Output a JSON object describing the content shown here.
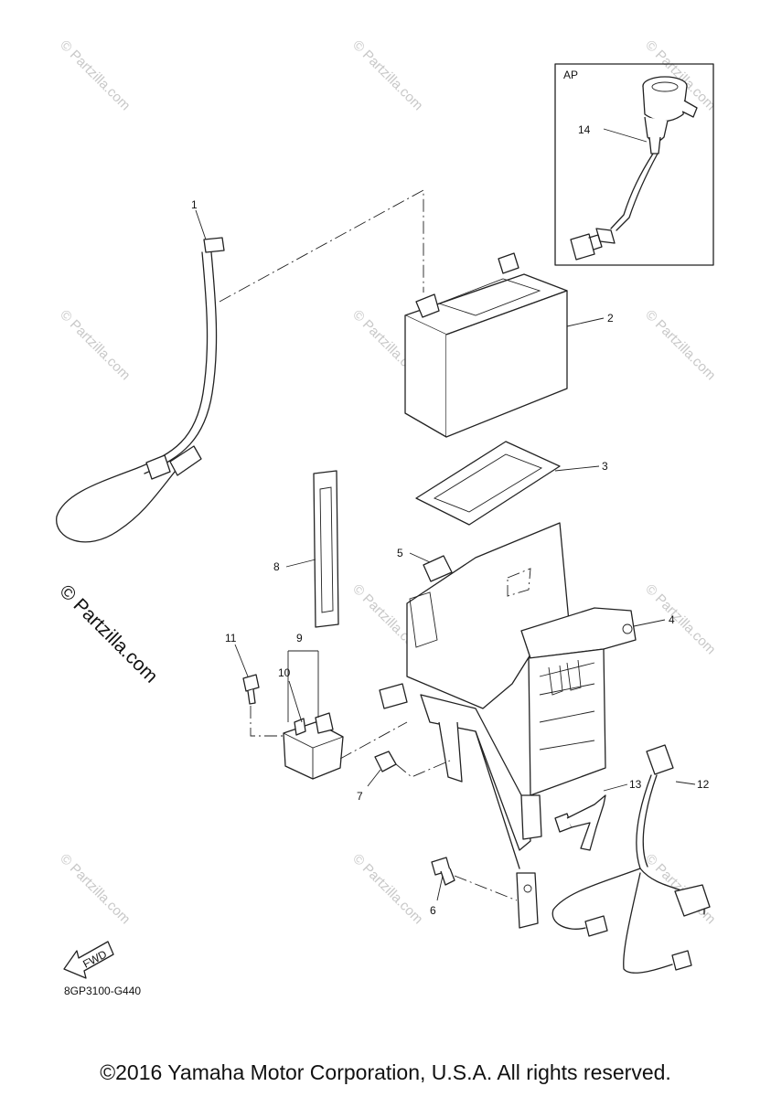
{
  "watermark": {
    "text": "© Partzilla.com",
    "main_text": "© Partzilla.com"
  },
  "inset": {
    "label": "AP"
  },
  "callouts": {
    "c1": "1",
    "c2": "2",
    "c3": "3",
    "c4": "4",
    "c5": "5",
    "c6": "6",
    "c7": "7",
    "c8": "8",
    "c9": "9",
    "c10": "10",
    "c11": "11",
    "c12": "12",
    "c13": "13",
    "c14": "14"
  },
  "fwd_label": "FWD",
  "diagram_code": "8GP3100-G440",
  "copyright": "©2016 Yamaha Motor Corporation, U.S.A. All rights reserved."
}
